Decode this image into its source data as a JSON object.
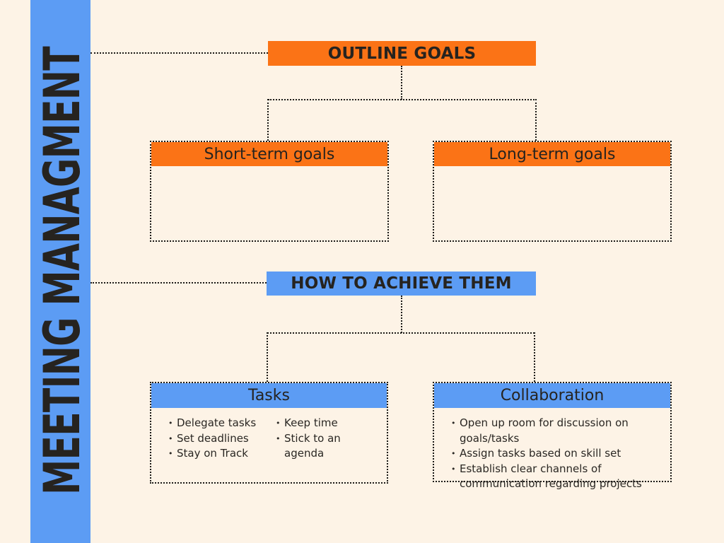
{
  "design": {
    "background_color": "#fdf3e6",
    "orange_color": "#fb7316",
    "blue_color": "#5c9cf4",
    "text_color": "#2a2723",
    "connector_color": "#1c1a17"
  },
  "sidebar": {
    "title": "MEETING MANAGMENT"
  },
  "nodes": {
    "outline_goals": {
      "label": "OUTLINE GOALS"
    },
    "short_term": {
      "title": "Short-term goals"
    },
    "long_term": {
      "title": "Long-term goals"
    },
    "how_to_achieve": {
      "label": "HOW TO ACHIEVE THEM"
    },
    "tasks": {
      "title": "Tasks",
      "col1": [
        "Delegate tasks",
        "Set deadlines",
        "Stay on Track"
      ],
      "col2": [
        "Keep time",
        "Stick to an agenda"
      ]
    },
    "collaboration": {
      "title": "Collaboration",
      "items": [
        "Open up room for discussion on goals/tasks",
        "Assign tasks based on skill set",
        "Establish clear channels of communication regarding projects"
      ]
    }
  }
}
